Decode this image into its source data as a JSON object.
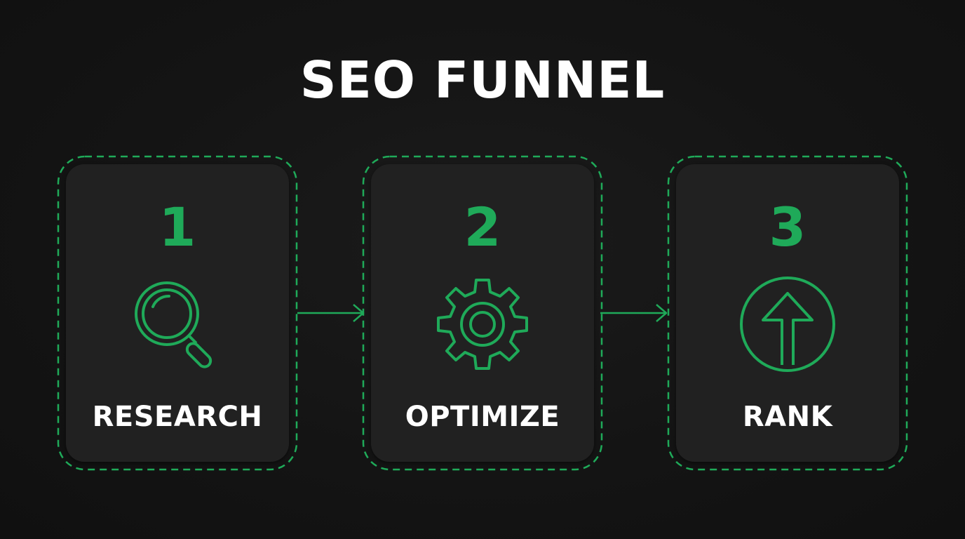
{
  "title": "SEO FUNNEL",
  "accent_color": "#1faa59",
  "steps": [
    {
      "number": "1",
      "label": "RESEARCH",
      "icon": "magnifying-glass-icon"
    },
    {
      "number": "2",
      "label": "OPTIMIZE",
      "icon": "gear-icon"
    },
    {
      "number": "3",
      "label": "RANK",
      "icon": "up-arrow-circle-icon"
    }
  ]
}
